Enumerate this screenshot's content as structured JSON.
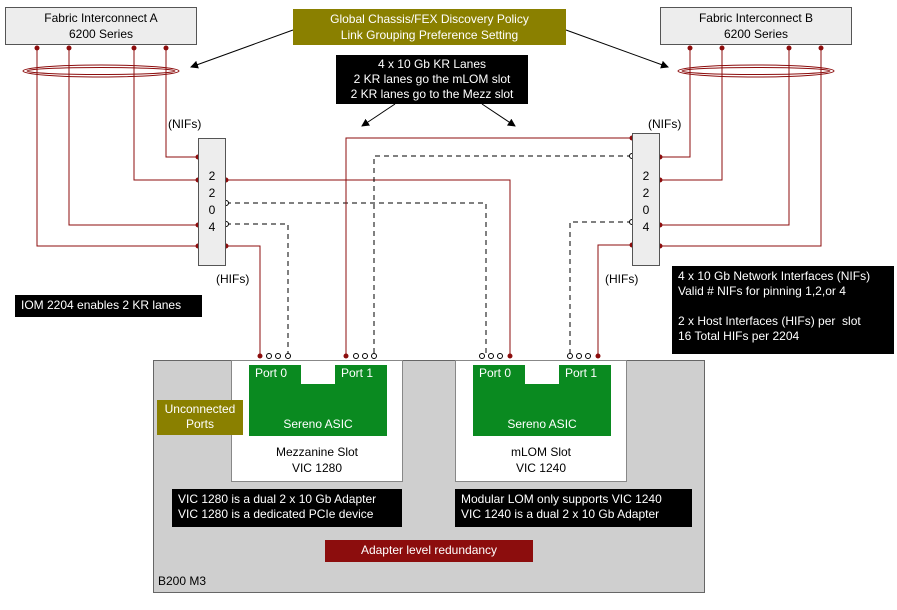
{
  "fabric_a": {
    "line1": "Fabric Interconnect A",
    "line2": "6200 Series"
  },
  "fabric_b": {
    "line1": "Fabric Interconnect B",
    "line2": "6200 Series"
  },
  "policy": {
    "line1": "Global Chassis/FEX Discovery Policy",
    "line2": "Link Grouping Preference Setting"
  },
  "kr_lanes": {
    "text": "4 x 10 Gb KR Lanes\n2 KR lanes go the mLOM slot\n2 KR lanes go to the Mezz slot"
  },
  "iom_left": {
    "digits": [
      "2",
      "2",
      "0",
      "4"
    ],
    "nifs_label": "(NIFs)",
    "hifs_label": "(HIFs)"
  },
  "iom_right": {
    "digits": [
      "2",
      "2",
      "0",
      "4"
    ],
    "nifs_label": "(NIFs)",
    "hifs_label": "(HIFs)"
  },
  "iom_note": "IOM 2204 enables 2 KR lanes",
  "interfaces_note": "4 x 10 Gb Network Interfaces (NIFs)\nValid # NIFs for pinning 1,2,or 4\n\n2 x Host Interfaces (HIFs) per  slot\n16 Total HIFs per 2204",
  "chassis_label": "B200 M3",
  "mezz_slot": {
    "port0": "Port 0",
    "port1": "Port 1",
    "asic": "Sereno ASIC",
    "line1": "Mezzanine Slot",
    "line2": "VIC 1280",
    "note": "VIC 1280 is a dual 2 x 10 Gb Adapter\nVIC 1280 is a dedicated PCIe device"
  },
  "mlom_slot": {
    "port0": "Port 0",
    "port1": "Port 1",
    "asic": "Sereno ASIC",
    "line1": "mLOM Slot",
    "line2": "VIC 1240",
    "note": "Modular LOM only supports VIC 1240\nVIC 1240 is a dual 2 x 10 Gb Adapter"
  },
  "unconnected": {
    "line1": "Unconnected",
    "line2": "Ports"
  },
  "redundancy": "Adapter level redundancy",
  "colors": {
    "wire_red": "#8c0d0d",
    "olive": "#8a8000",
    "asic_green": "#0a8a20"
  }
}
